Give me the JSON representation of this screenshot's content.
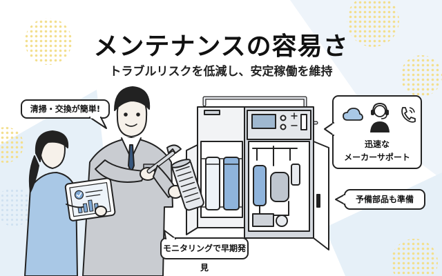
{
  "header": {
    "title": "メンテナンスの容易さ",
    "subtitle": "トラブルリスクを低減し、安定稼働を維持"
  },
  "callouts": {
    "cleaning": "清掃・交換が簡単!",
    "support_line1": "迅速な",
    "support_line2": "メーカーサポート",
    "spare_parts": "予備部品も準備",
    "monitoring": "モニタリングで早期発見"
  },
  "icons": {
    "support": [
      "cloud-icon",
      "headset-operator-icon",
      "phone-icon"
    ],
    "tablet": [
      "check-icon",
      "bar-chart-icon"
    ]
  },
  "colors": {
    "background_accent": "#e6f0f8",
    "dot_accent": "#f3df8e",
    "uniform": "#c9ccd1",
    "tablet_outfit": "#a9c8e6",
    "machine_body": "#f2f3f5",
    "control_panel": "#d4d8de",
    "filter_blue": "#8fb4dc",
    "outline": "#222222"
  }
}
